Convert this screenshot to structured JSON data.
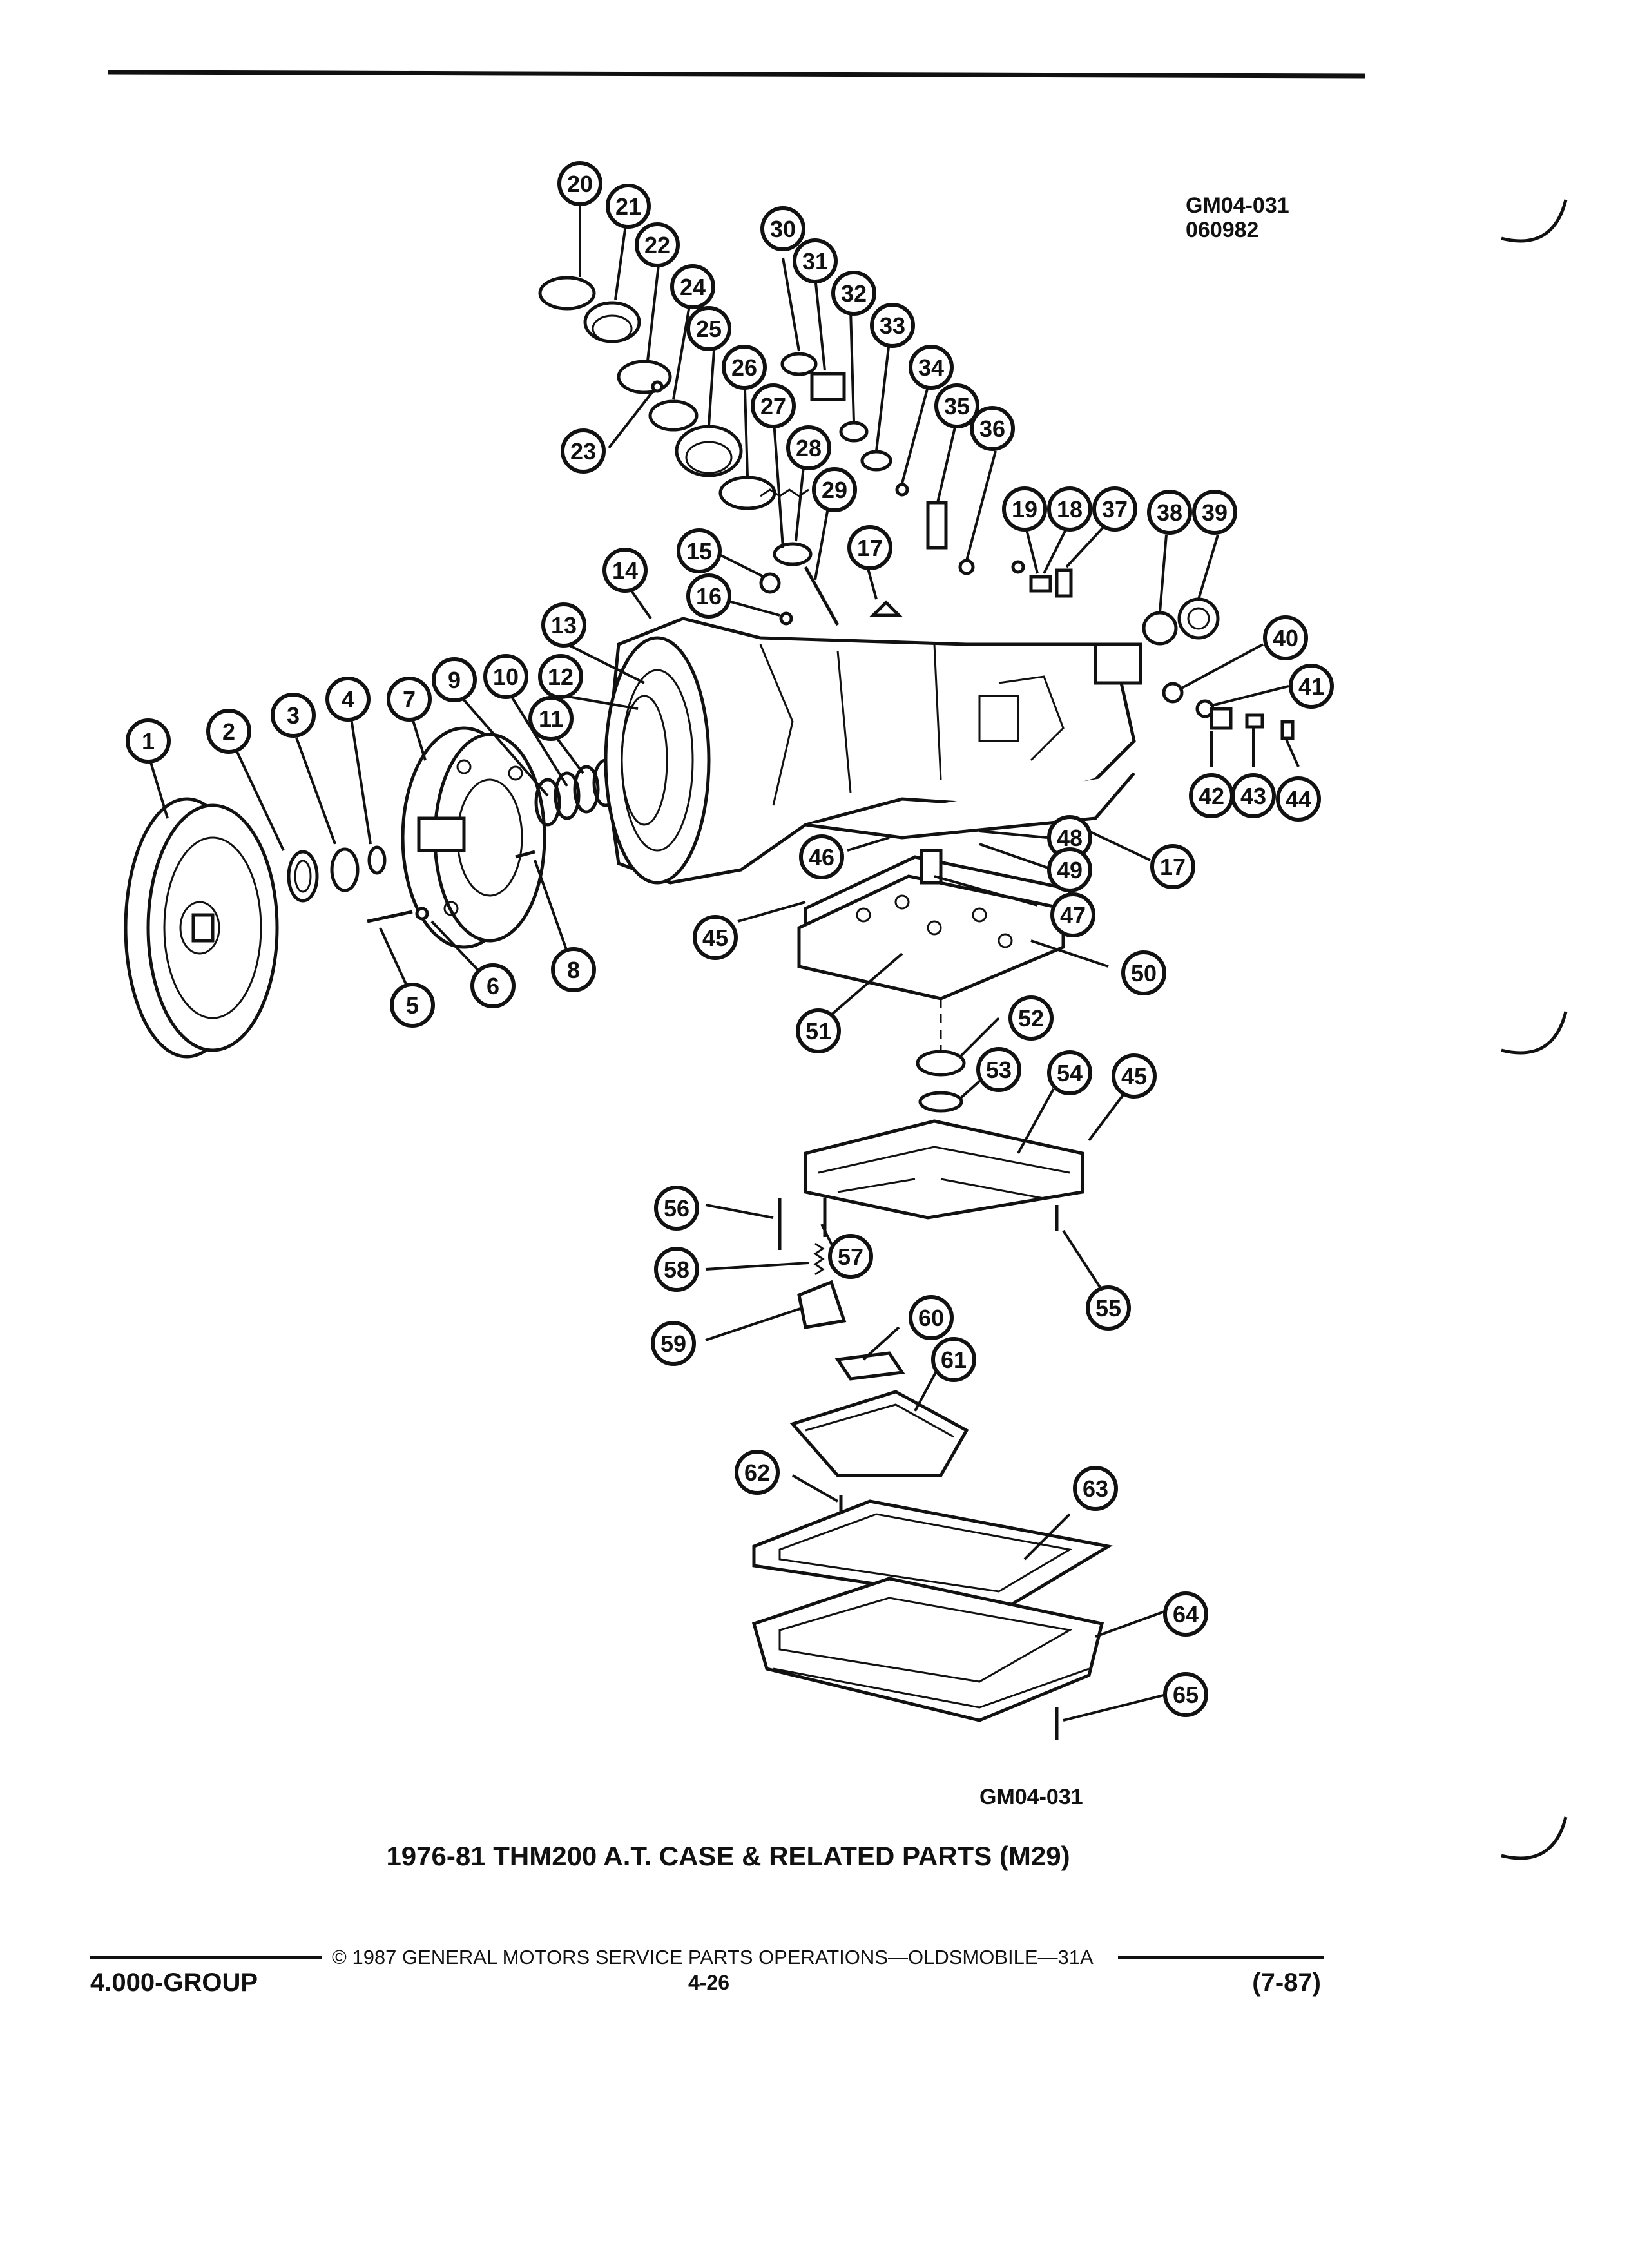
{
  "header": {
    "code_line1": "GM04-031",
    "code_line2": "060982"
  },
  "figure": {
    "code": "GM04-031",
    "title": "1976-81 THM200 A.T. CASE & RELATED PARTS (M29)"
  },
  "footer": {
    "copyright": "© 1987 GENERAL MOTORS SERVICE PARTS OPERATIONS—OLDSMOBILE—31A",
    "group": "4.000-GROUP",
    "page": "4-26",
    "date": "(7-87)"
  },
  "callouts": [
    "1",
    "2",
    "3",
    "4",
    "5",
    "6",
    "7",
    "8",
    "9",
    "10",
    "11",
    "12",
    "13",
    "14",
    "15",
    "16",
    "17",
    "17",
    "18",
    "19",
    "20",
    "21",
    "22",
    "23",
    "24",
    "25",
    "26",
    "27",
    "28",
    "29",
    "30",
    "31",
    "32",
    "33",
    "34",
    "35",
    "36",
    "37",
    "38",
    "39",
    "40",
    "41",
    "42",
    "43",
    "44",
    "45",
    "45",
    "46",
    "47",
    "48",
    "49",
    "50",
    "51",
    "52",
    "53",
    "54",
    "55",
    "56",
    "57",
    "58",
    "59",
    "60",
    "61",
    "62",
    "63",
    "64",
    "65"
  ]
}
